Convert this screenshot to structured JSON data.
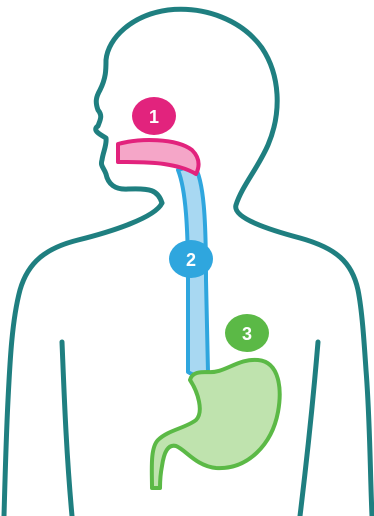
{
  "colors": {
    "outline": "#1f7f80",
    "mouth_fill": "#f5a6c8",
    "mouth_stroke": "#e2237d",
    "esophagus_fill": "#a8d8f2",
    "esophagus_stroke": "#2fa6de",
    "stomach_fill": "#bfe3ae",
    "stomach_stroke": "#5bb946",
    "badge_1": "#e2237d",
    "badge_2": "#2fa6de",
    "badge_3": "#5bb946"
  },
  "labels": {
    "mouth": "1",
    "esophagus": "2",
    "stomach": "3"
  }
}
